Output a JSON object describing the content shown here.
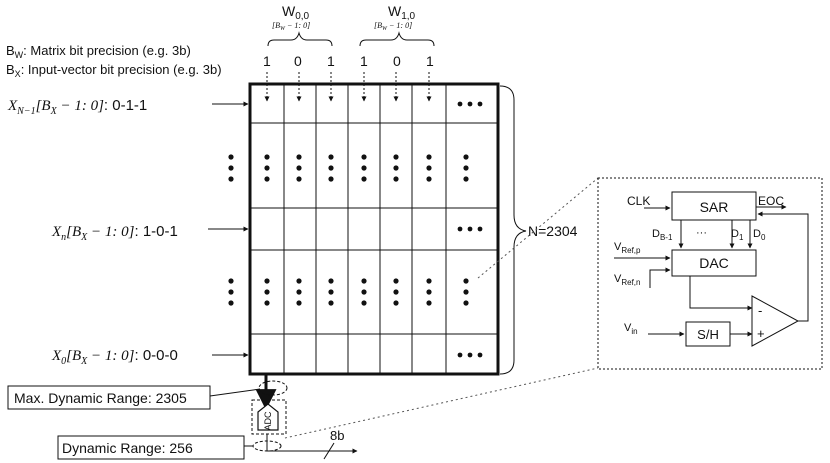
{
  "weights": {
    "w00": {
      "label": "W",
      "sub": "0,0",
      "range": "[B",
      "range_sub": "W",
      "range_rest": " − 1: 0]"
    },
    "w10": {
      "label": "W",
      "sub": "1,0",
      "range": "[B",
      "range_sub": "W",
      "range_rest": " − 1: 0]"
    },
    "bits": [
      "1",
      "0",
      "1",
      "1",
      "0",
      "1"
    ]
  },
  "legend": {
    "bw_main": "B",
    "bw_sub": "W",
    "bw_text": ": Matrix bit precision (e.g. 3b)",
    "bx_main": "B",
    "bx_sub": "X",
    "bx_text": ": Input-vector bit precision (e.g. 3b)"
  },
  "inputs": {
    "top": {
      "var": "X",
      "sub": "N−1",
      "range": "[B",
      "range_sub": "X",
      "range_rest": " − 1: 0]",
      "value": ": 0-1-1"
    },
    "mid": {
      "var": "X",
      "sub": "n",
      "range": "[B",
      "range_sub": "X",
      "range_rest": " − 1: 0]",
      "value": ": 1-0-1"
    },
    "bot": {
      "var": "X",
      "sub": "0",
      "range": "[B",
      "range_sub": "X",
      "range_rest": " − 1: 0]",
      "value": ": 0-0-0"
    }
  },
  "array": {
    "size_label": "N=2304"
  },
  "adc": {
    "label": "ADC",
    "max_range": "Max. Dynamic Range: 2305",
    "range": "Dynamic Range: 256",
    "out_bits": "8b"
  },
  "sar_adc": {
    "clk": "CLK",
    "sar": "SAR",
    "eoc": "EOC",
    "db1_main": "D",
    "db1_sub": "B-1",
    "dots": "···",
    "d1_main": "D",
    "d1_sub": "1",
    "d0_main": "D",
    "d0_sub": "0",
    "dac": "DAC",
    "vrefp_main": "V",
    "vrefp_sub": "Ref,p",
    "vrefn_main": "V",
    "vrefn_sub": "Ref,n",
    "vin_main": "V",
    "vin_sub": "in",
    "sh": "S/H",
    "minus": "-",
    "plus": "+"
  }
}
